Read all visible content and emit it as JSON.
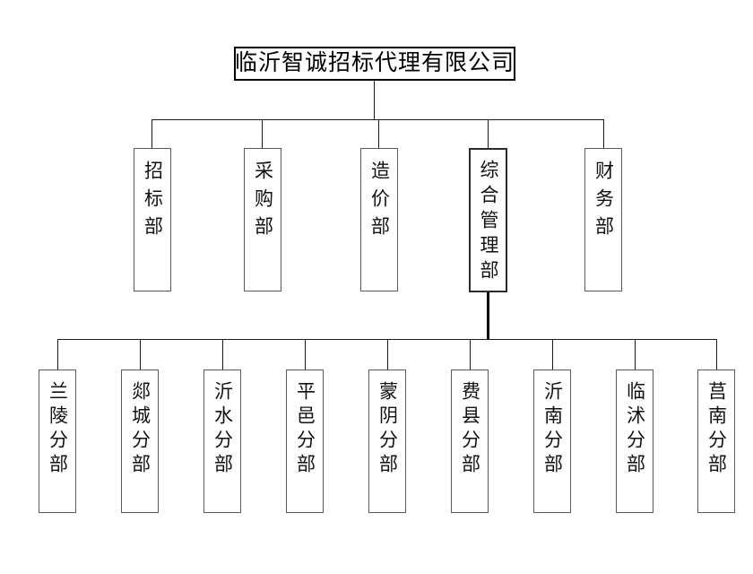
{
  "chart": {
    "title": "临沂智诚招标代理有限公司",
    "type": "organization-chart",
    "background_color": "#ffffff",
    "line_color": "#1a1a1a",
    "box_border_color": "#5a5a5a",
    "text_color": "#111111"
  },
  "root": {
    "label": "临沂智诚招标代理有限公司"
  },
  "departments": [
    {
      "label": "招标部"
    },
    {
      "label": "采购部"
    },
    {
      "label": "造价部"
    },
    {
      "label": "综合管理部"
    },
    {
      "label": "财务部"
    }
  ],
  "branches": [
    {
      "label": "兰陵分部"
    },
    {
      "label": "郯城分部"
    },
    {
      "label": "沂水分部"
    },
    {
      "label": "平邑分部"
    },
    {
      "label": "蒙阴分部"
    },
    {
      "label": "费县分部"
    },
    {
      "label": "沂南分部"
    },
    {
      "label": "临沭分部"
    },
    {
      "label": "莒南分部"
    }
  ]
}
